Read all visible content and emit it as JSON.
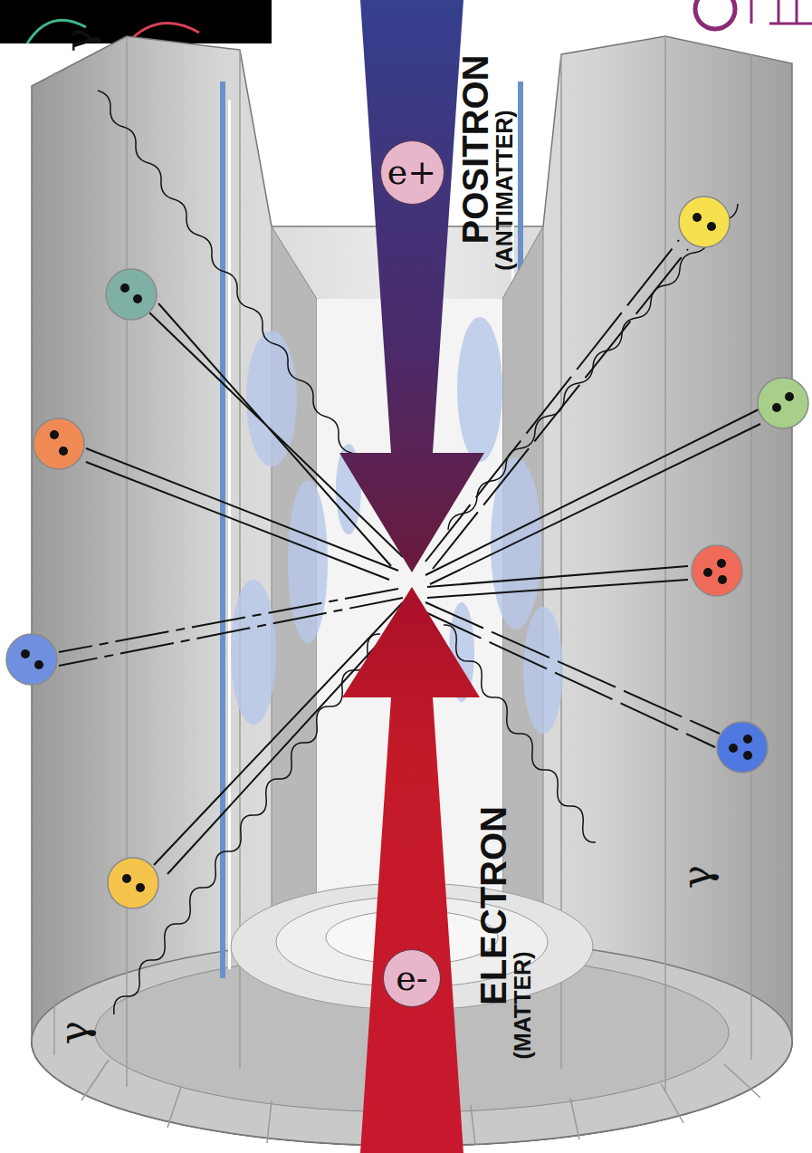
{
  "diagram": {
    "nodes": [
      {
        "text": [
          "e+"
        ]
      },
      {
        "text": [
          "e-"
        ]
      }
    ],
    "labels": [
      "γ",
      "POSITRON",
      "(ANTIMATTER)",
      "γ",
      "ELECTRON",
      "(MATTER)",
      "γ"
    ]
  }
}
